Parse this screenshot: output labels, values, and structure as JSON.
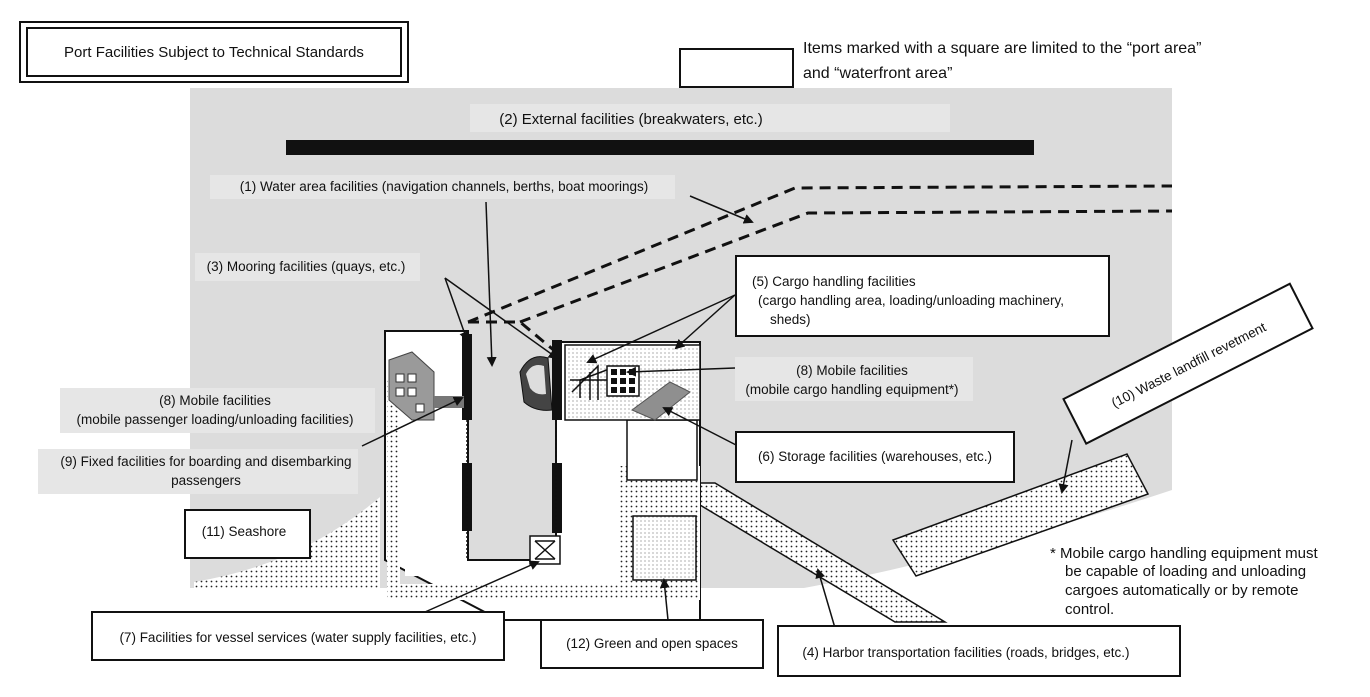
{
  "title": "Port Facilities Subject to Technical Standards",
  "legend": {
    "line1": "Items marked with a square are limited to the “port area”",
    "line2": "and “waterfront  area”"
  },
  "labels": {
    "external": "(2) External facilities (breakwaters, etc.)",
    "water_area": "(1) Water area facilities (navigation channels, berths, boat moorings)",
    "mooring": "(3) Mooring facilities (quays, etc.)",
    "cargo_l1": "(5) Cargo handling facilities",
    "cargo_l2": "(cargo handling area, loading/unloading machinery,",
    "cargo_l3": "sheds)",
    "mobile_cargo_l1": "(8) Mobile facilities",
    "mobile_cargo_l2": "(mobile cargo handling equipment*)",
    "mobile_pass_l1": "(8) Mobile facilities",
    "mobile_pass_l2": "(mobile passenger loading/unloading facilities)",
    "fixed_l1": "(9) Fixed facilities for boarding and disembarking",
    "fixed_l2": "passengers",
    "waste": "(10) Waste landfill revetment",
    "storage": "(6) Storage facilities (warehouses, etc.)",
    "seashore": "(11) Seashore",
    "note_l1": "* Mobile cargo handling equipment  must",
    "note_l2": "be capable of loading and unloading",
    "note_l3": "cargoes automatically or by remote",
    "note_l4": "control.",
    "vessel": "(7) Facilities for vessel services (water supply facilities, etc.)",
    "green": "(12) Green and open spaces",
    "transport": "(4) Harbor transportation facilities (roads, bridges, etc.)"
  }
}
